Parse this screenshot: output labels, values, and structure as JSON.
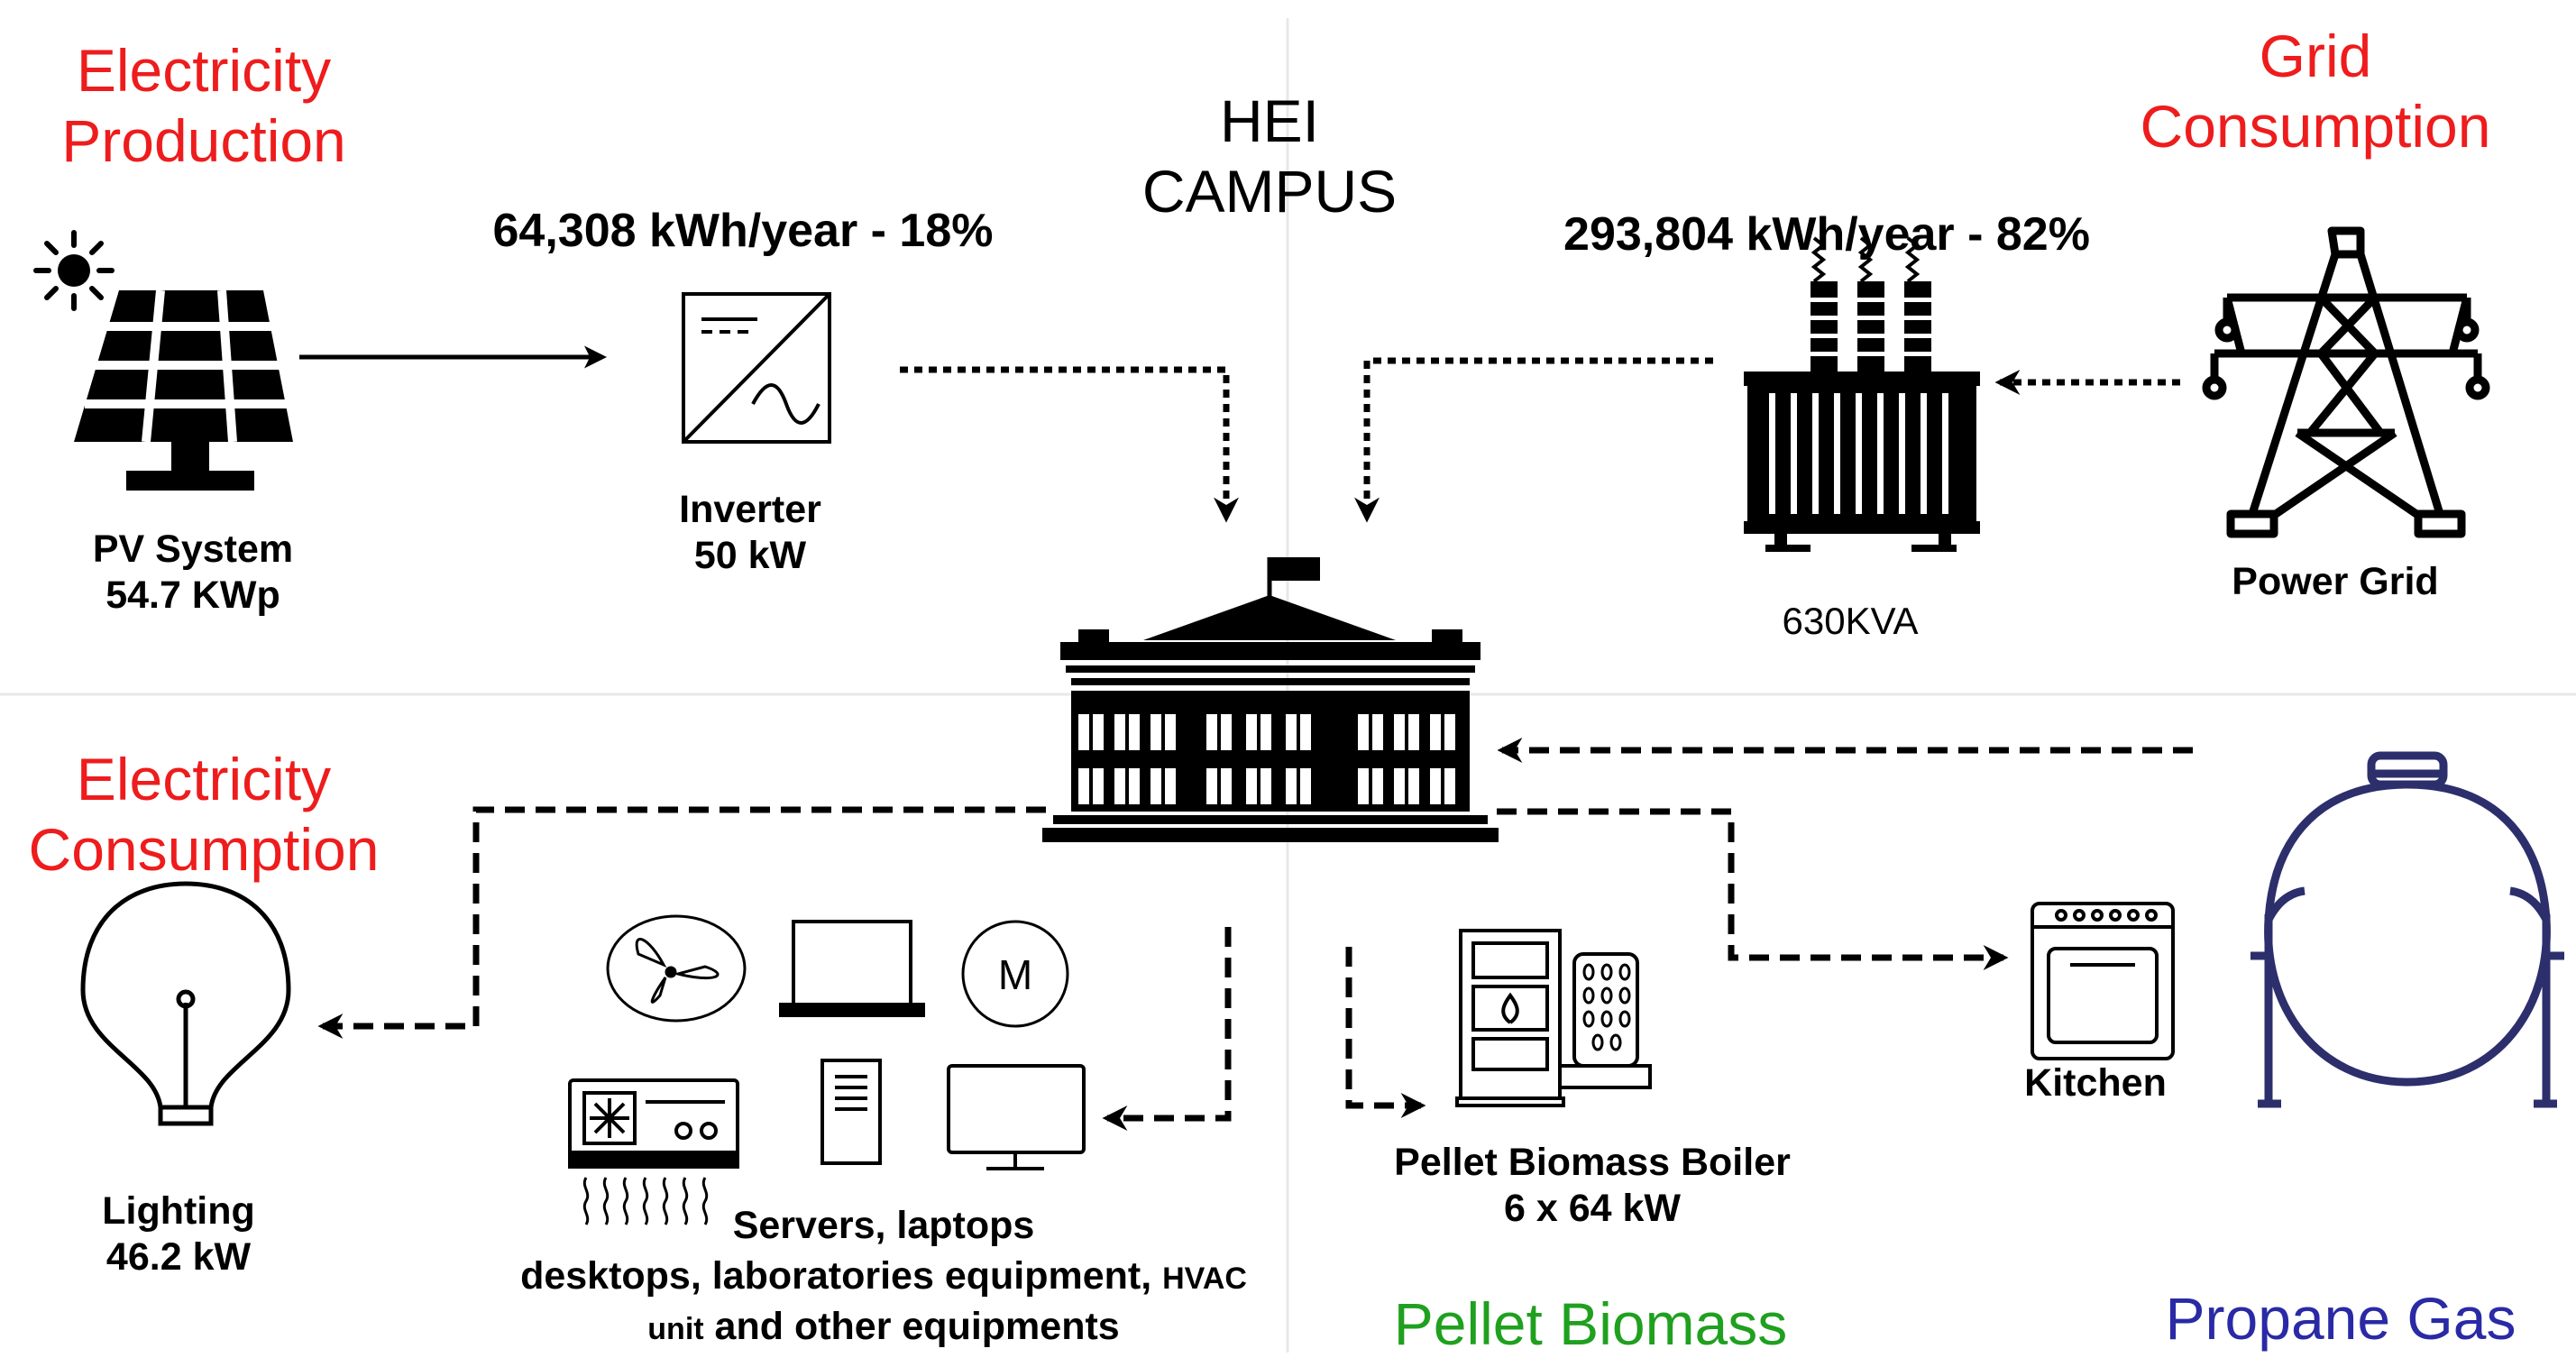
{
  "colors": {
    "red": "#ee1c1c",
    "green": "#1fa01f",
    "blue": "#2a2aa6",
    "navy": "#2c2f6b",
    "divider": "#e8e8e8"
  },
  "quadrants": {
    "production": [
      "Electricity",
      "Production"
    ],
    "grid": [
      "Grid",
      "Consumption"
    ],
    "consumption": [
      "Electricity",
      "Consumption"
    ],
    "biomass": "Pellet Biomass",
    "propane": "Propane Gas"
  },
  "campus": [
    "HEI",
    "CAMPUS"
  ],
  "flows": {
    "pv_share": "64,308 kWh/year -  18%",
    "grid_share": "293,804 kWh/year - 82%"
  },
  "components": {
    "pv": [
      "PV System",
      "54.7  KWp"
    ],
    "inverter": [
      "Inverter",
      "50 kW"
    ],
    "transformer": "630KVA",
    "power_grid": "Power Grid",
    "lighting": [
      "Lighting",
      "46.2 kW"
    ],
    "equipment": {
      "line1": "Servers, laptops",
      "line2a": "desktops, laboratories equipment,",
      "line2b": "HVAC",
      "line3a": "unit",
      "line3b": "and other equipments"
    },
    "motor_letter": "M",
    "boiler": [
      "Pellet Biomass Boiler",
      "6 x 64 kW"
    ],
    "kitchen": "Kitchen"
  },
  "icons": [
    "sun-icon",
    "solar-panel-icon",
    "inverter-icon",
    "transformer-icon",
    "transmission-tower-icon",
    "campus-building-icon",
    "light-bulb-icon",
    "fan-icon",
    "laptop-icon",
    "motor-icon",
    "air-conditioner-icon",
    "server-tower-icon",
    "monitor-icon",
    "biomass-boiler-icon",
    "stove-oven-icon",
    "propane-tank-icon"
  ]
}
